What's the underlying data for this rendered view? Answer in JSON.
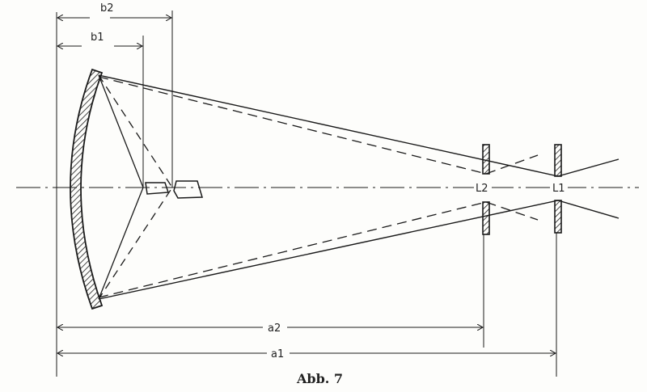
{
  "labels": {
    "b1": "b1",
    "b2": "b2",
    "a1": "a1",
    "a2": "a2",
    "L1": "L1",
    "L2": "L2"
  },
  "caption": "Abb. 7",
  "colors": {
    "ink": "#1a1a1a",
    "paper": "#fdfdfb"
  }
}
